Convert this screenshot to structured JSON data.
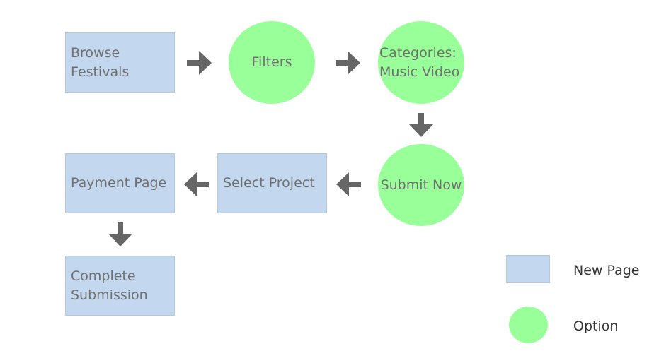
{
  "nodes": {
    "browse_festivals": "Browse Festivals",
    "filters": "Filters",
    "categories": "Categories: Music Video",
    "submit_now": "Submit Now",
    "select_project": "Select Project",
    "payment_page": "Payment Page",
    "complete_submission": "Complete Submission"
  },
  "legend": {
    "new_page": "New Page",
    "option": "Option"
  },
  "colors": {
    "new_page": "#c3d8ef",
    "option": "#99ff99",
    "arrow": "#666666"
  }
}
